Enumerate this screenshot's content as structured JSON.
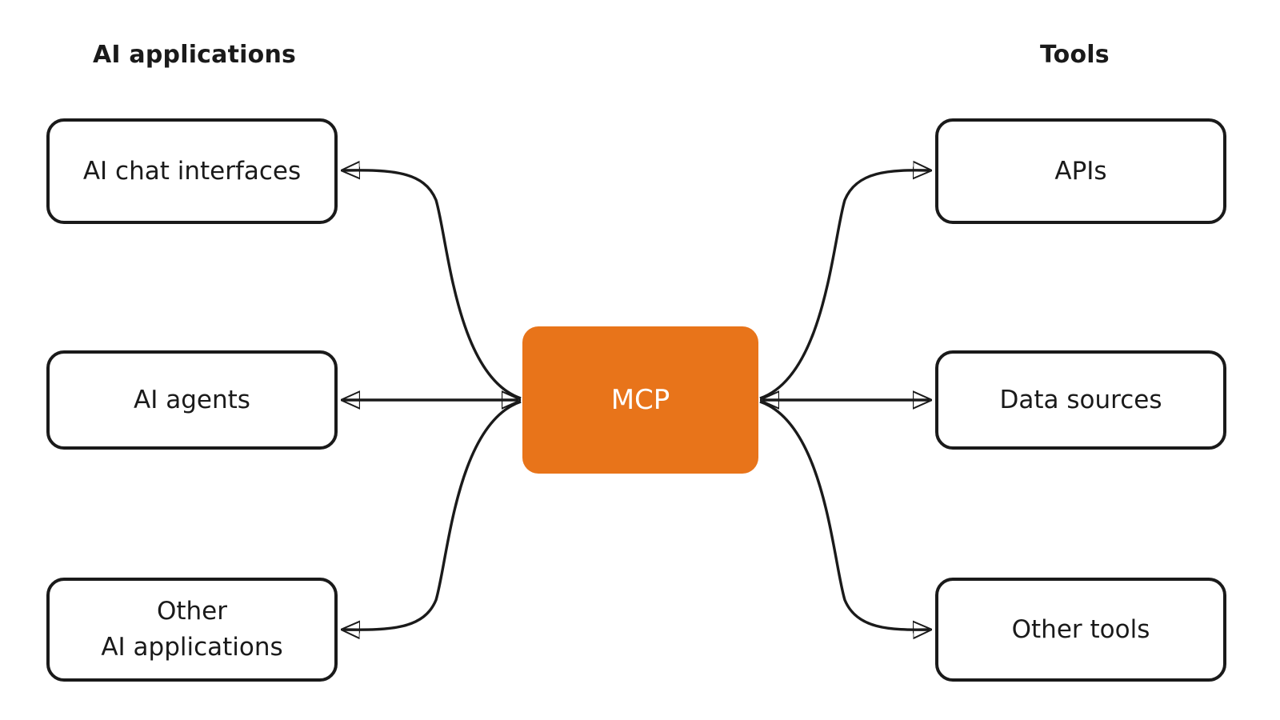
{
  "diagram": {
    "title_left": "AI applications",
    "title_right": "Tools",
    "center": {
      "label": "MCP",
      "color": "#e8741a",
      "text_color": "#ffffff"
    },
    "stroke_color": "#1a1a1a",
    "background": "#ffffff",
    "left_nodes": [
      {
        "id": "ai-chat-interfaces",
        "label": "AI chat interfaces"
      },
      {
        "id": "ai-agents",
        "label": "AI agents"
      },
      {
        "id": "other-ai-applications",
        "label": "Other\nAI applications"
      }
    ],
    "right_nodes": [
      {
        "id": "apis",
        "label": "APIs"
      },
      {
        "id": "data-sources",
        "label": "Data sources"
      },
      {
        "id": "other-tools",
        "label": "Other tools"
      }
    ],
    "edges": [
      {
        "from": "MCP",
        "to": "AI chat interfaces",
        "style": "curved",
        "arrows": "single"
      },
      {
        "from": "MCP",
        "to": "AI agents",
        "style": "straight",
        "arrows": "double"
      },
      {
        "from": "MCP",
        "to": "Other AI applications",
        "style": "curved",
        "arrows": "single"
      },
      {
        "from": "MCP",
        "to": "APIs",
        "style": "curved",
        "arrows": "single"
      },
      {
        "from": "MCP",
        "to": "Data sources",
        "style": "straight",
        "arrows": "double"
      },
      {
        "from": "MCP",
        "to": "Other tools",
        "style": "curved",
        "arrows": "single"
      }
    ]
  }
}
